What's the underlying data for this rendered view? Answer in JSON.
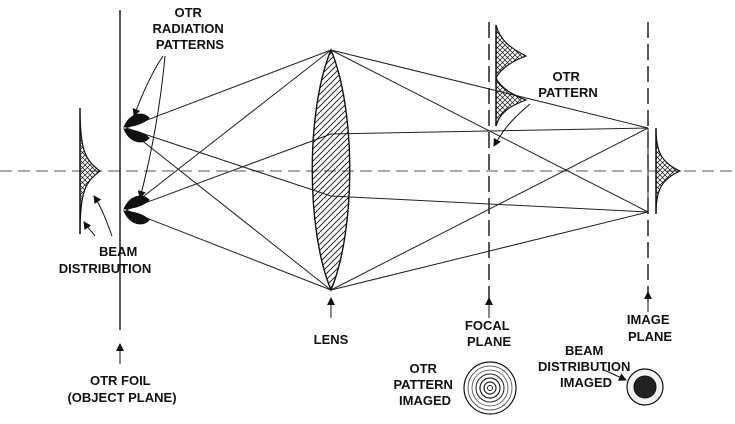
{
  "labels": {
    "otr_radiation_patterns": [
      "OTR",
      "RADIATION",
      "PATTERNS"
    ],
    "otr_pattern": [
      "OTR",
      "PATTERN"
    ],
    "beam_distribution": [
      "BEAM",
      "DISTRIBUTION"
    ],
    "lens": "LENS",
    "focal_plane": [
      "FOCAL",
      "PLANE"
    ],
    "image_plane": [
      "IMAGE",
      "PLANE"
    ],
    "otr_foil": [
      "OTR FOIL",
      "(OBJECT PLANE)"
    ],
    "otr_pattern_imaged": [
      "OTR",
      "PATTERN",
      "IMAGED"
    ],
    "beam_distribution_imaged": [
      "BEAM",
      "DISTRIBUTION",
      "IMAGED"
    ]
  },
  "icons": {
    "hatch": "crosshatch-pattern",
    "lens_hatch": "diagonal-hatch-pattern"
  },
  "colors": {
    "ink": "#111111",
    "background": "#ffffff"
  }
}
